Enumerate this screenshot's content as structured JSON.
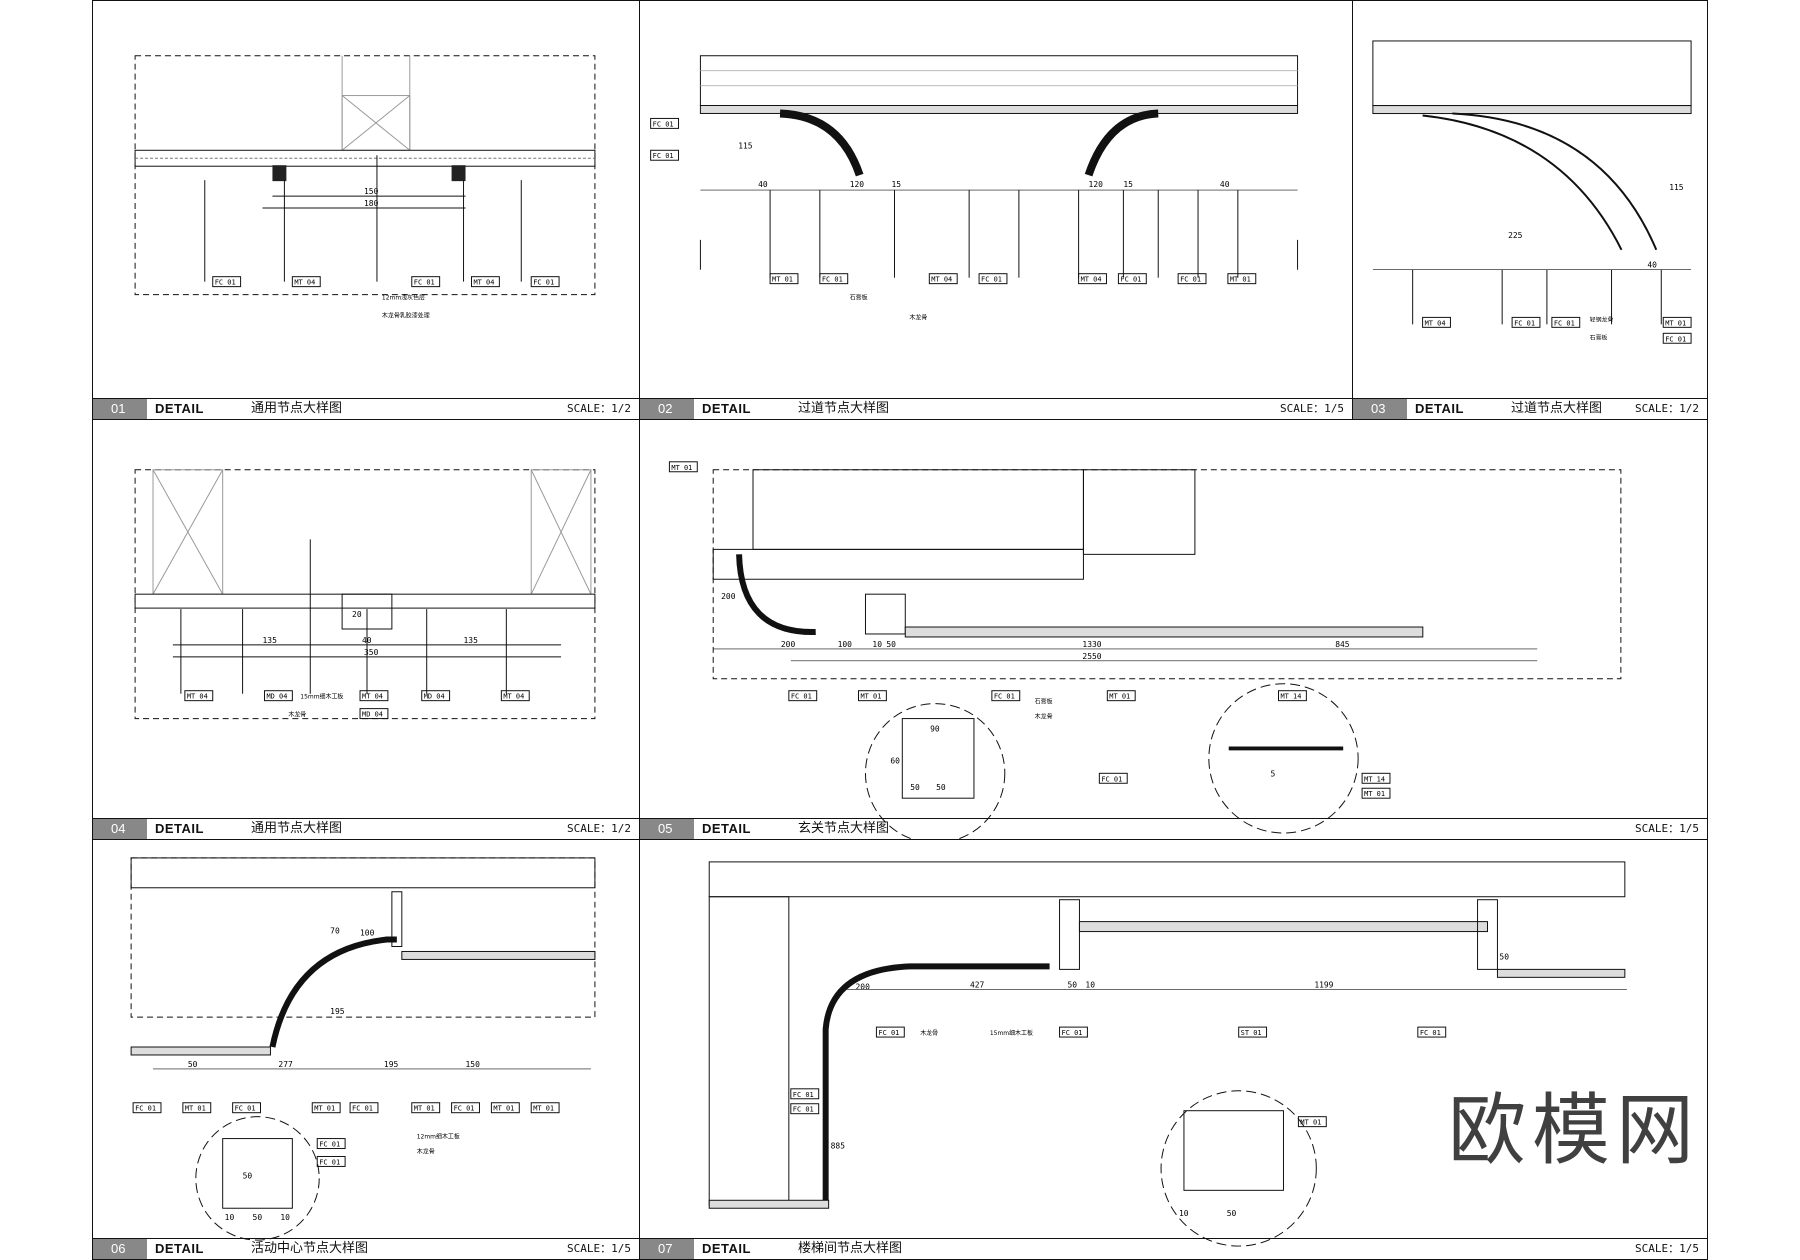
{
  "panels": [
    {
      "num": "01",
      "detail": "DETAIL",
      "name": "通用节点大样图",
      "scale": "SCALE：1/2",
      "dims": [
        "150",
        "180"
      ],
      "tags": [
        "FC 01",
        "MT 04",
        "FC 01",
        "MT 04",
        "FC 01"
      ],
      "notes": [
        "12mm浅灰色层",
        "木龙骨乳胶漆处理"
      ]
    },
    {
      "num": "02",
      "detail": "DETAIL",
      "name": "过道节点大样图",
      "scale": "SCALE：1/5",
      "dims": [
        "40",
        "120",
        "15",
        "120",
        "15",
        "40",
        "115"
      ],
      "tags": [
        "FC 01",
        "FC 01",
        "MT 01",
        "FC 01",
        "MT 04",
        "FC 01",
        "MT 04",
        "FC 01",
        "FC 01",
        "MT 01"
      ],
      "notes": [
        "石膏板",
        "木龙骨"
      ]
    },
    {
      "num": "03",
      "detail": "DETAIL",
      "name": "过道节点大样图",
      "scale": "SCALE：1/2",
      "dims": [
        "40",
        "115",
        "225"
      ],
      "tags": [
        "MT 04",
        "FC 01",
        "FC 01",
        "MT 01",
        "FC 01"
      ],
      "notes": [
        "轻钢龙骨",
        "石膏板"
      ]
    },
    {
      "num": "04",
      "detail": "DETAIL",
      "name": "通用节点大样图",
      "scale": "SCALE：1/2",
      "dims": [
        "135",
        "40",
        "135",
        "350",
        "20"
      ],
      "tags": [
        "MT 04",
        "MD 04",
        "MT 04",
        "MD 04",
        "MT 04",
        "MD 04"
      ],
      "notes": [
        "15mm细木工板",
        "木龙骨"
      ]
    },
    {
      "num": "05",
      "detail": "DETAIL",
      "name": "玄关节点大样图",
      "scale": "SCALE：1/5",
      "dims": [
        "200",
        "100",
        "10",
        "50",
        "1330",
        "845",
        "2550",
        "200",
        "90",
        "60",
        "50",
        "50",
        "5"
      ],
      "tags": [
        "MT 01",
        "FC 01",
        "MT 01",
        "FC 01",
        "MT 01",
        "MT 14",
        "FC 01",
        "MT 14",
        "MT 01"
      ],
      "notes": [
        "石膏板",
        "木龙骨"
      ]
    },
    {
      "num": "06",
      "detail": "DETAIL",
      "name": "活动中心节点大样图",
      "scale": "SCALE：1/5",
      "dims": [
        "277",
        "195",
        "150",
        "100",
        "70",
        "195",
        "50",
        "50",
        "10",
        "50",
        "10"
      ],
      "tags": [
        "FC 01",
        "MT 01",
        "FC 01",
        "MT 01",
        "FC 01",
        "MT 01",
        "FC 01",
        "MT 01",
        "MT 01",
        "FC 01",
        "FC 01"
      ],
      "notes": [
        "12mm细木工板",
        "木龙骨"
      ]
    },
    {
      "num": "07",
      "detail": "DETAIL",
      "name": "楼梯间节点大样图",
      "scale": "SCALE：1/5",
      "dims": [
        "427",
        "1199",
        "200",
        "50",
        "10",
        "50",
        "50",
        "10",
        "885"
      ],
      "tags": [
        "FC 01",
        "FC 01",
        "ST 01",
        "FC 01",
        "FC 01",
        "FC 01",
        "MT 01"
      ],
      "notes": [
        "15mm细木工板",
        "木龙骨"
      ]
    }
  ],
  "brand": "欧模网"
}
